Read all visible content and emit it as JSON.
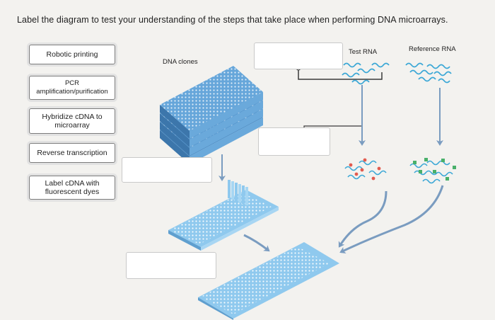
{
  "instruction": "Label the diagram to test your understanding of the steps that take place when performing DNA microarrays.",
  "terms": [
    {
      "label": "Robotic printing"
    },
    {
      "label": "PCR amplification/purification"
    },
    {
      "label": "Hybridize cDNA to microarray"
    },
    {
      "label": "Reverse transcription"
    },
    {
      "label": "Label cDNA with fluorescent dyes"
    }
  ],
  "diagram_labels": {
    "dna_clones": "DNA clones",
    "test_rna": "Test RNA",
    "reference_rna": "Reference RNA"
  },
  "colors": {
    "plate": "#5fa2d6",
    "slide": "#8cc6ec",
    "arrow": "#6f95b8",
    "test_dye": "#e25b4f",
    "reference_dye": "#49b06a"
  }
}
